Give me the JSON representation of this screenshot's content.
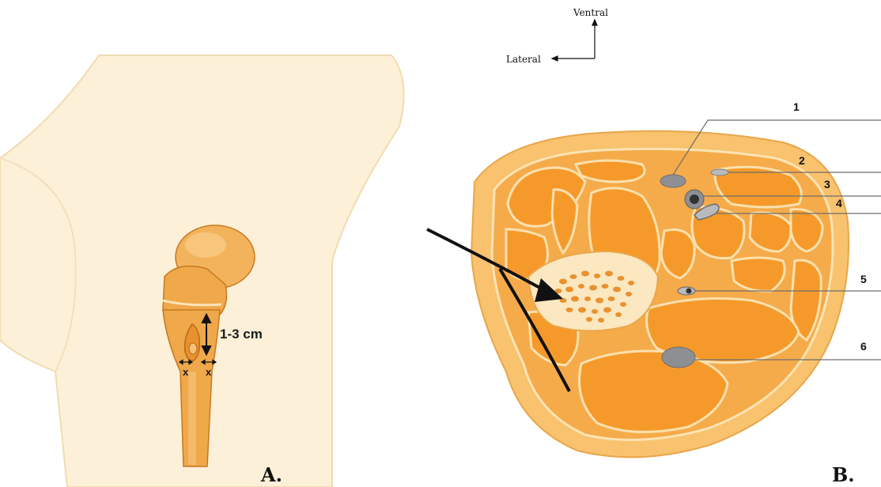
{
  "orientation": {
    "ventral": "Ventral",
    "lateral": "Lateral"
  },
  "panel_a": {
    "measurement": "1-3 cm",
    "x_left": "x",
    "x_right": "x",
    "label": "A."
  },
  "panel_b": {
    "label": "B.",
    "markers": [
      "1",
      "2",
      "3",
      "4",
      "5",
      "6"
    ]
  },
  "colors": {
    "skin": "#fdf0d8",
    "skin_outline": "#f0dcb0",
    "bone": "#efa84a",
    "bone_dark": "#c9781e",
    "muscle": "#f59a2a",
    "fat": "#f8c26e",
    "fascia": "#fce4b4",
    "vessel_gray": "#8d8f92",
    "leader_line": "#6d6d6d"
  }
}
